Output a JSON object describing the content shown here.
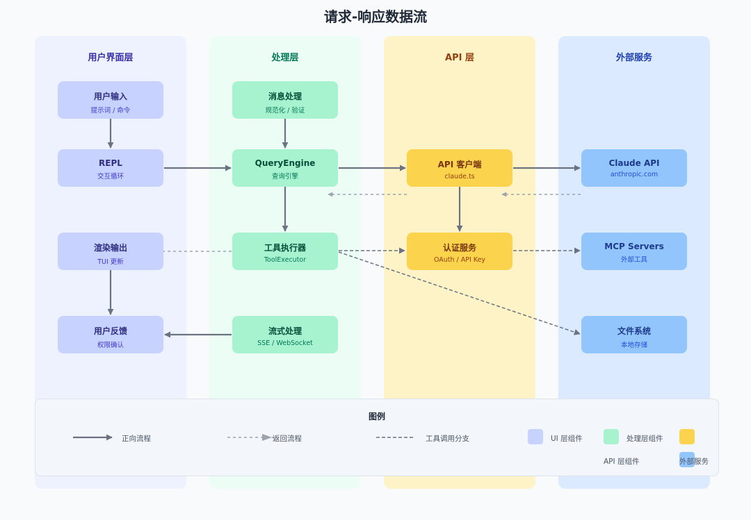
{
  "title": "请求-响应数据流",
  "lanes": [
    {
      "label": "用户界面层",
      "color": "#eef2ff",
      "text_color": "#3730a3"
    },
    {
      "label": "处理层",
      "color": "#ecfdf5",
      "text_color": "#047857"
    },
    {
      "label": "API 层",
      "color": "#fef3c7",
      "text_color": "#92400e"
    },
    {
      "label": "外部服务",
      "color": "#dbeafe",
      "text_color": "#1e40af"
    }
  ],
  "nodes": {
    "user_input": {
      "title": "用户输入",
      "sub": "提示词 / 命令"
    },
    "repl": {
      "title": "REPL",
      "sub": "交互循环"
    },
    "render_output": {
      "title": "渲染输出",
      "sub": "TUI 更新"
    },
    "user_feedback": {
      "title": "用户反馈",
      "sub": "权限确认"
    },
    "message_processing": {
      "title": "消息处理",
      "sub": "规范化 / 验证"
    },
    "query_engine": {
      "title": "QueryEngine",
      "sub": "查询引擎"
    },
    "tool_executor": {
      "title": "工具执行器",
      "sub": "ToolExecutor"
    },
    "stream_processing": {
      "title": "流式处理",
      "sub": "SSE / WebSocket"
    },
    "api_client": {
      "title": "API 客户端",
      "sub": "claude.ts"
    },
    "auth_service": {
      "title": "认证服务",
      "sub": "OAuth / API Key"
    },
    "claude_api": {
      "title": "Claude API",
      "sub": "anthropic.com"
    },
    "mcp_servers": {
      "title": "MCP Servers",
      "sub": "外部工具"
    },
    "file_system": {
      "title": "文件系统",
      "sub": "本地存储"
    }
  },
  "legend": {
    "title": "图例",
    "forward_flow": "正向流程",
    "return_flow": "返回流程",
    "tool_branch": "工具调用分支",
    "ui_component": "UI 层组件",
    "processing_component": "处理层组件",
    "api_component": "API 层组件",
    "external_service": "外部服务"
  },
  "colors": {
    "ui": "#c7d2fe",
    "processing": "#a7f3d0",
    "api": "#fcd34d",
    "external": "#93c5fd",
    "arrow": "#6b7280"
  }
}
